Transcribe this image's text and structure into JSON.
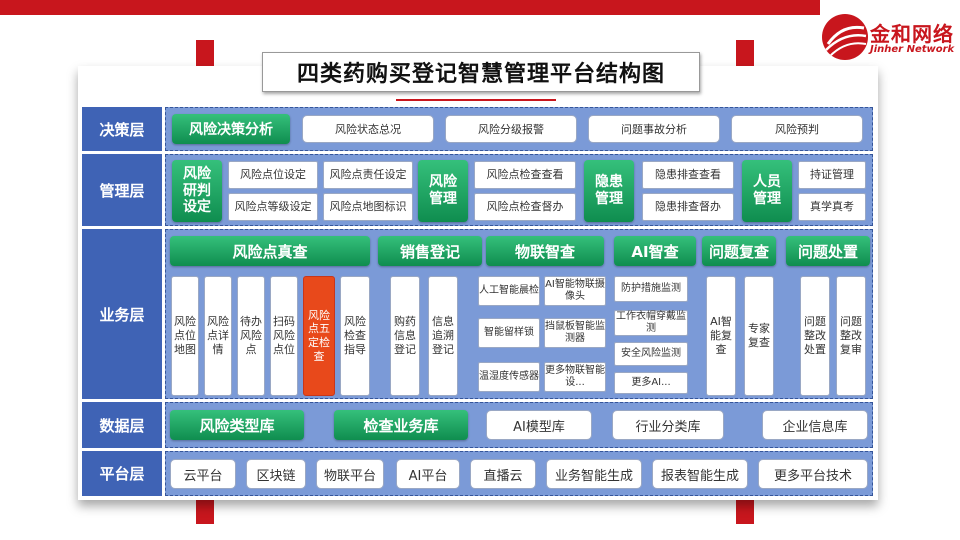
{
  "brand": {
    "cn": "金和网络",
    "en": "Jinher Network"
  },
  "title": "四类药购买登记智慧管理平台结构图",
  "layers": {
    "decision": "决策层",
    "management": "管理层",
    "business": "业务层",
    "data": "数据层",
    "platform": "平台层"
  },
  "decision": {
    "head": "风险决策分析",
    "items": [
      "风险状态总况",
      "风险分级报警",
      "问题事故分析",
      "风险预判"
    ]
  },
  "management": {
    "g1": {
      "head": "风险研判设定",
      "items": [
        "风险点位设定",
        "风险点责任设定",
        "风险点等级设定",
        "风险点地图标识"
      ]
    },
    "g2": {
      "head": "风险管理",
      "items": [
        "风险点检查查看",
        "风险点检查督办"
      ]
    },
    "g3": {
      "head": "隐患管理",
      "items": [
        "隐患排查查看",
        "隐患排查督办"
      ]
    },
    "g4": {
      "head": "人员管理",
      "items": [
        "持证管理",
        "真学真考"
      ]
    }
  },
  "business": {
    "heads": [
      "风险点真查",
      "销售登记",
      "物联智查",
      "AI智查",
      "问题复查",
      "问题处置"
    ],
    "risk_items": [
      "风险点位地图",
      "风险点详情",
      "待办风险点",
      "扫码风险点位",
      "风险点五定检查",
      "风险检查指导"
    ],
    "sales_items": [
      "购药信息登记",
      "信息追溯登记"
    ],
    "iot_items": [
      "人工智能晨检",
      "AI智能物联摄像头",
      "智能留样锁",
      "挡鼠板智能监测器",
      "温湿度传感器",
      "更多物联智能设..."
    ],
    "ai_items": [
      "防护措施监测",
      "工作衣帽穿戴监测",
      "安全风险监测",
      "更多AI..."
    ],
    "review_items": [
      "AI智能复查",
      "专家复查"
    ],
    "handle_items": [
      "问题整改处置",
      "问题整改复审"
    ]
  },
  "data": {
    "heads": [
      "风险类型库",
      "检查业务库"
    ],
    "items": [
      "AI模型库",
      "行业分类库",
      "企业信息库"
    ]
  },
  "platform": {
    "items": [
      "云平台",
      "区块链",
      "物联平台",
      "AI平台",
      "直播云",
      "业务智能生成",
      "报表智能生成",
      "更多平台技术"
    ]
  },
  "colors": {
    "brand_red": "#c8161d",
    "layer_blue": "#3f63b5",
    "row_blue": "#7b9ad7",
    "green": "#13a25c",
    "highlight": "#e8491b"
  }
}
